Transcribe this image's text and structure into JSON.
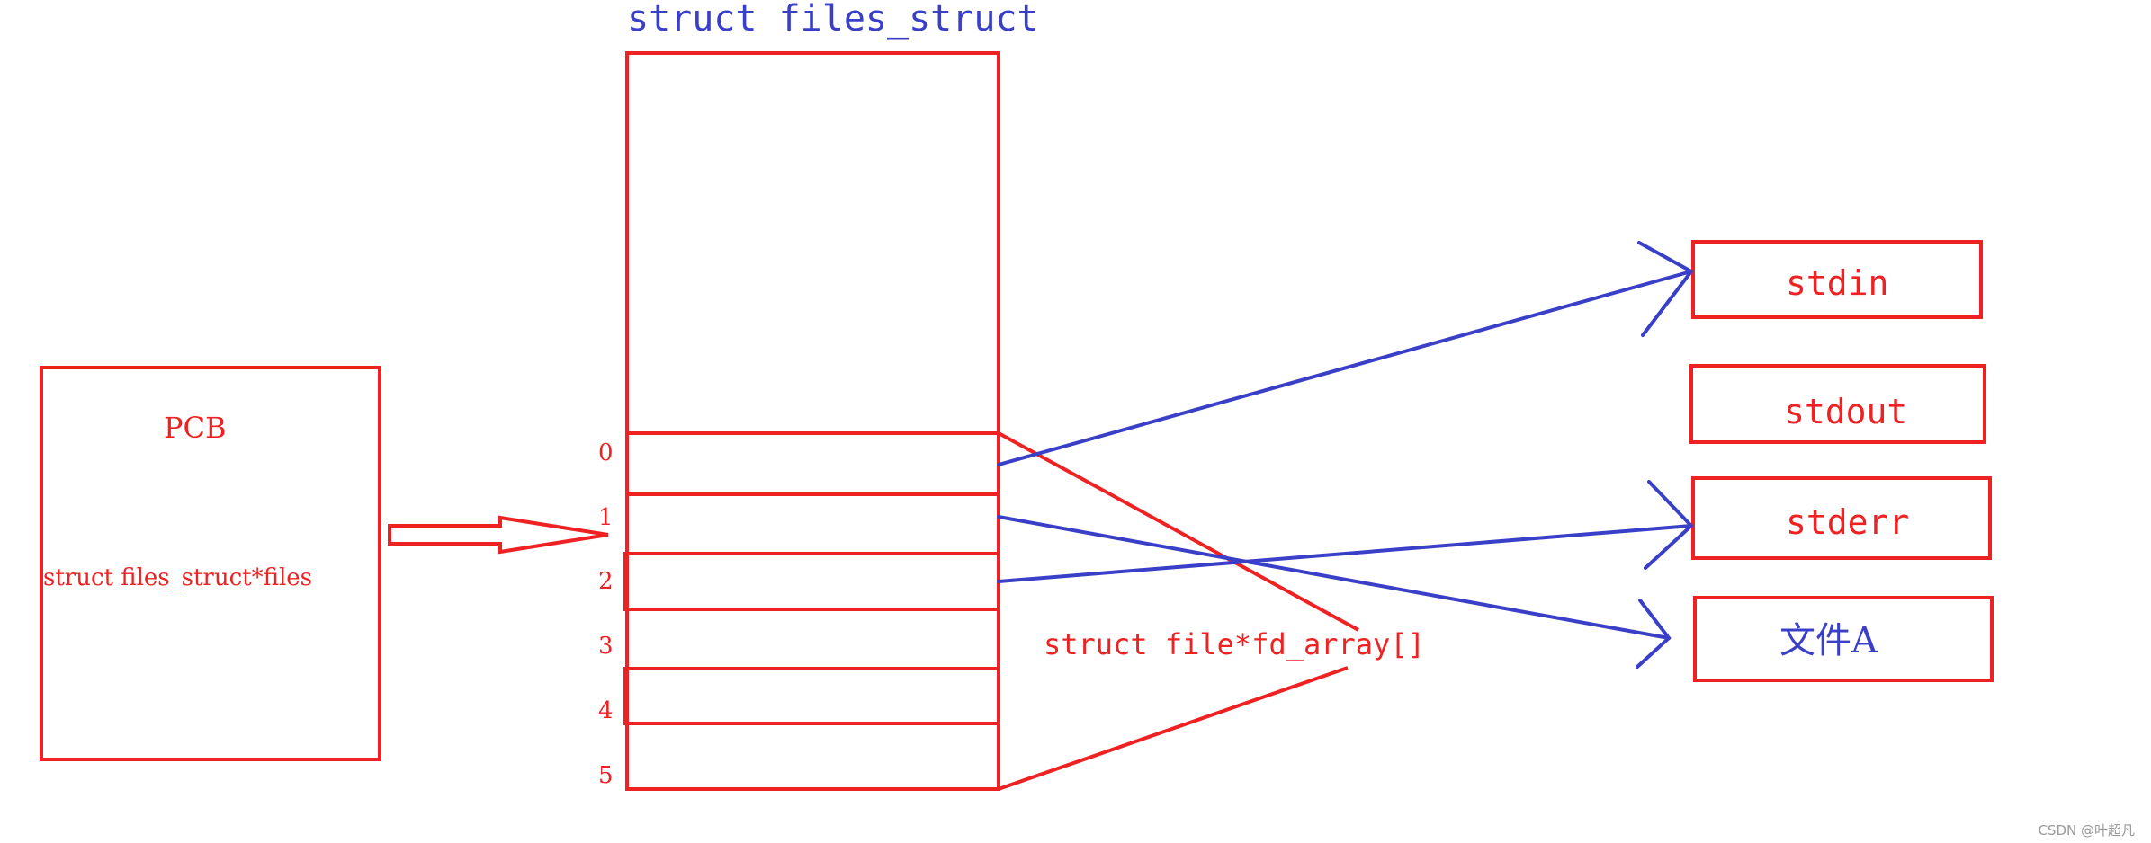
{
  "files_struct": {
    "title": "struct files_struct",
    "slots": [
      {
        "index": "0"
      },
      {
        "index": "1"
      },
      {
        "index": "2"
      },
      {
        "index": "3"
      },
      {
        "index": "4"
      },
      {
        "index": "5"
      }
    ],
    "array_label": "struct file*fd_array[]"
  },
  "pcb": {
    "title": "PCB",
    "field": "struct files_struct*files"
  },
  "targets": {
    "stdin": "stdin",
    "stdout": "stdout",
    "stderr": "stderr",
    "file_a": "文件A"
  },
  "links": [
    {
      "from": "0",
      "to": "stdin"
    },
    {
      "from": "1",
      "to": "文件A"
    },
    {
      "from": "2",
      "to": "stderr"
    }
  ],
  "watermark": "CSDN @叶超凡",
  "colors": {
    "red": "#ee2222",
    "blue": "#3a3fc8"
  }
}
